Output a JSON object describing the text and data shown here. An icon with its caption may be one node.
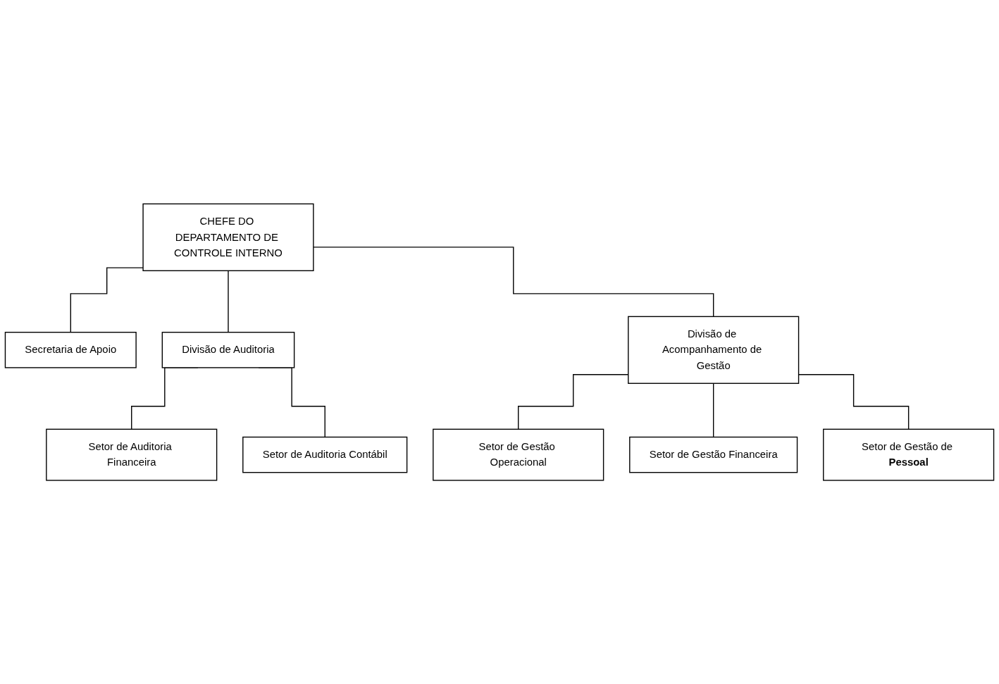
{
  "diagram": {
    "nodes": [
      {
        "text": [
          "CHEFE DO DEPARTAMENTO DE CONTROLE INTERNO"
        ]
      },
      {
        "text": [
          "Secretaria de Apoio"
        ]
      },
      {
        "text": [
          "Divisão de Auditoria"
        ]
      },
      {
        "text": [
          "Divisão de Acompanhamento de Gestão"
        ]
      },
      {
        "text": [
          "Setor de Auditoria Financeira"
        ]
      },
      {
        "text": [
          "Setor de Auditoria Contábil"
        ]
      },
      {
        "text": [
          "Setor de Gestão Operacional"
        ]
      },
      {
        "text": [
          "Setor de Gestão Financeira"
        ]
      },
      {
        "text": [
          "Setor de Gestão de **Pessoal**"
        ]
      }
    ],
    "edges": [
      {
        "from": 0,
        "to": 1,
        "arrow": "none"
      },
      {
        "from": 0,
        "to": 2,
        "arrow": "none"
      },
      {
        "from": 0,
        "to": 3,
        "arrow": "none"
      },
      {
        "from": 2,
        "to": 4,
        "arrow": "none"
      },
      {
        "from": 2,
        "to": 5,
        "arrow": "none"
      },
      {
        "from": 3,
        "to": 6,
        "arrow": "none"
      },
      {
        "from": 3,
        "to": 7,
        "arrow": "none"
      },
      {
        "from": 3,
        "to": 8,
        "arrow": "none"
      }
    ]
  }
}
